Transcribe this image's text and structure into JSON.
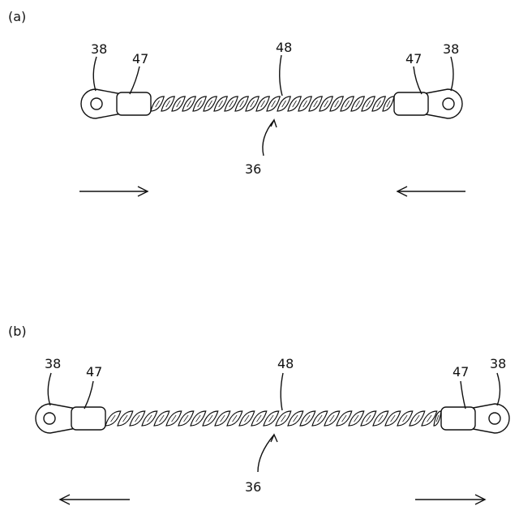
{
  "panels": [
    {
      "label": "(a)",
      "callouts": {
        "eye_left": "38",
        "sleeve_left": "47",
        "wire": "48",
        "sleeve_right": "47",
        "eye_right": "38",
        "assembly": "36"
      },
      "force_arrows": "inward (compression)"
    },
    {
      "label": "(b)",
      "callouts": {
        "eye_left": "38",
        "sleeve_left": "47",
        "wire": "48",
        "sleeve_right": "47",
        "eye_right": "38",
        "assembly": "36"
      },
      "force_arrows": "outward (tension)"
    }
  ]
}
